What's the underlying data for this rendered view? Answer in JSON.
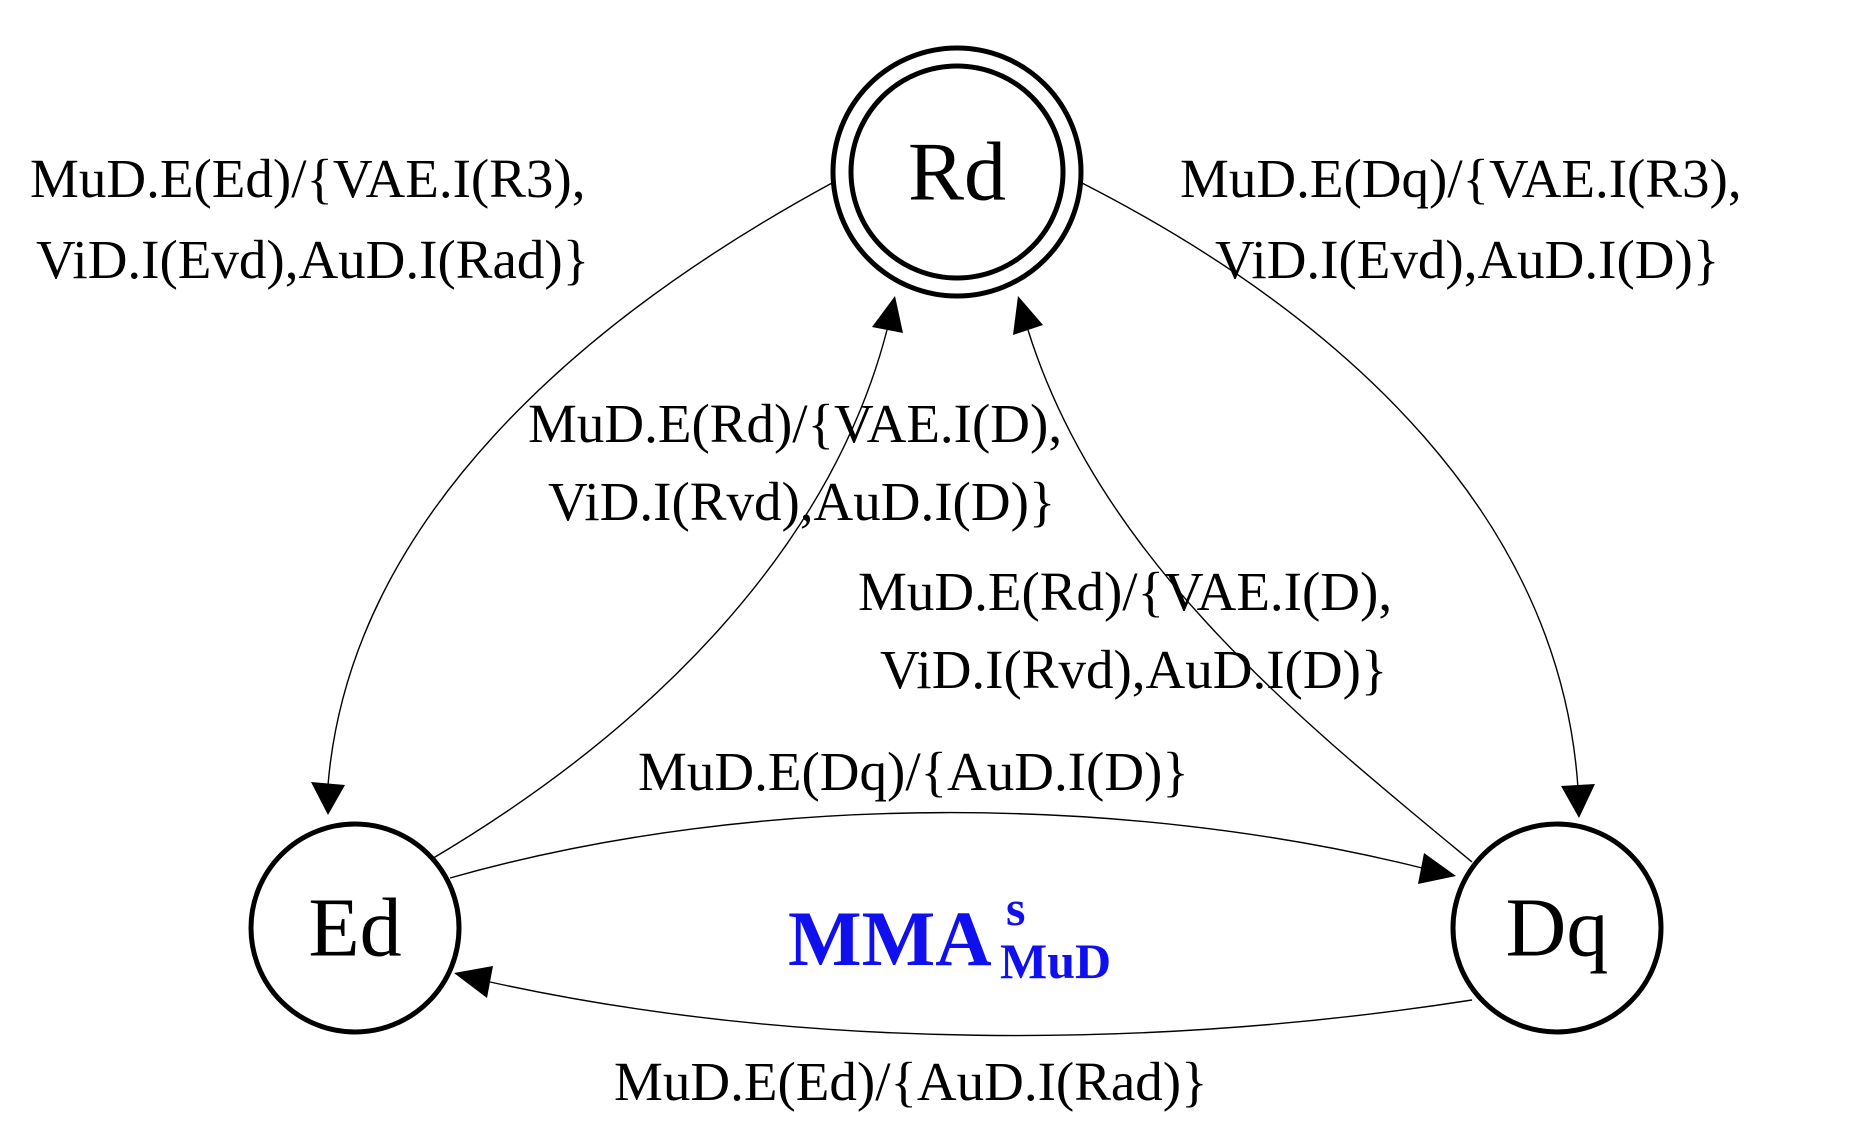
{
  "diagram": {
    "states": {
      "rd": {
        "label": "Rd",
        "accepting": true
      },
      "ed": {
        "label": "Ed",
        "accepting": false
      },
      "dq": {
        "label": "Dq",
        "accepting": false
      }
    },
    "transitions": {
      "rd_to_ed": {
        "line1": "MuD.E(Ed)/{VAE.I(R3),",
        "line2": "ViD.I(Evd),AuD.I(Rad)}"
      },
      "rd_to_dq": {
        "line1": "MuD.E(Dq)/{VAE.I(R3),",
        "line2": "ViD.I(Evd),AuD.I(D)}"
      },
      "ed_to_rd": {
        "line1": "MuD.E(Rd)/{VAE.I(D),",
        "line2": "ViD.I(Rvd),AuD.I(D)}"
      },
      "dq_to_rd": {
        "line1": "MuD.E(Rd)/{VAE.I(D),",
        "line2": "ViD.I(Rvd),AuD.I(D)}"
      },
      "ed_to_dq": {
        "line1": "MuD.E(Dq)/{AuD.I(D)}"
      },
      "dq_to_ed": {
        "line1": "MuD.E(Ed)/{AuD.I(Rad)}"
      }
    },
    "title": {
      "main": "MMA",
      "superscript": "s",
      "subscript": "MuD",
      "color": "#1010ee"
    }
  }
}
